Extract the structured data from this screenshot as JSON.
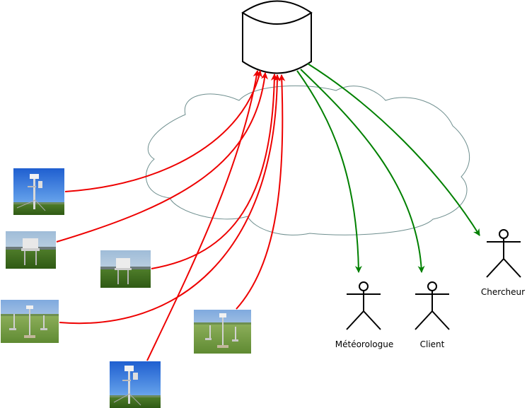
{
  "diagram": {
    "actors": [
      {
        "id": "meteorologue",
        "label": "Météorologue"
      },
      {
        "id": "client",
        "label": "Client"
      },
      {
        "id": "chercheur",
        "label": "Chercheur"
      }
    ],
    "stations": [
      {
        "id": "station-1",
        "type": "mast-blue-sky"
      },
      {
        "id": "station-2",
        "type": "enclosure"
      },
      {
        "id": "station-3",
        "type": "enclosure"
      },
      {
        "id": "station-4",
        "type": "field-array"
      },
      {
        "id": "station-5",
        "type": "field-array"
      },
      {
        "id": "station-6",
        "type": "mast-blue-sky"
      }
    ],
    "colors": {
      "inbound_arrow": "#ee0000",
      "outbound_arrow": "#008000",
      "cloud_outline": "#6f8f8f",
      "database_outline": "#000000"
    }
  }
}
